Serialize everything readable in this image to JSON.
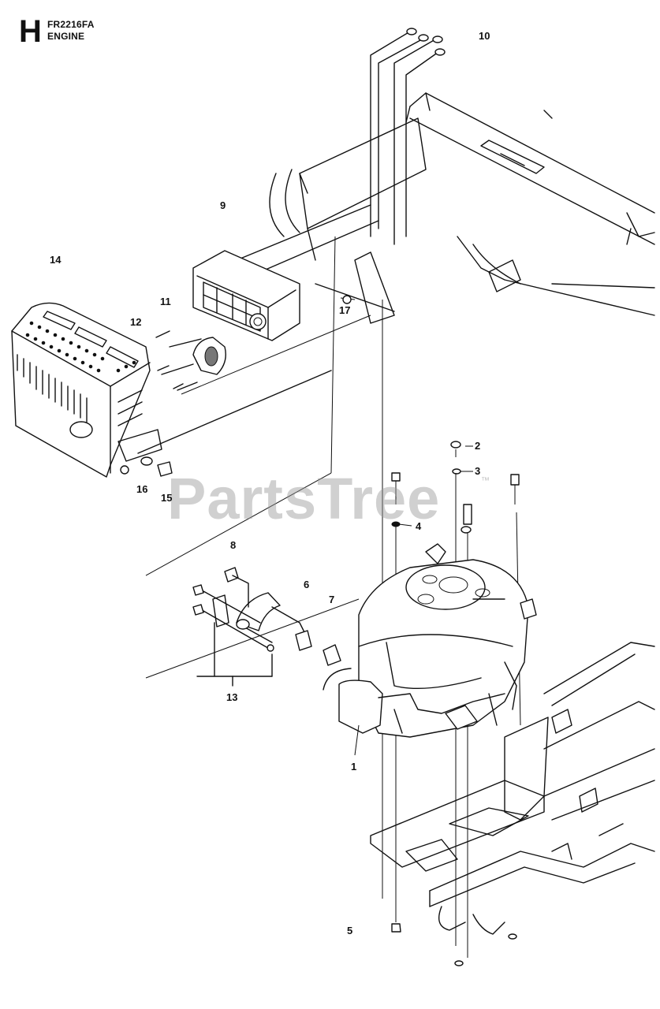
{
  "header": {
    "section_letter": "H",
    "model": "FR2216FA",
    "section_name": "ENGINE"
  },
  "watermark": {
    "text": "PartsTree",
    "tm": "™"
  },
  "callouts": [
    {
      "id": "c1",
      "label": "1"
    },
    {
      "id": "c2",
      "label": "2"
    },
    {
      "id": "c3",
      "label": "3"
    },
    {
      "id": "c4",
      "label": "4"
    },
    {
      "id": "c5",
      "label": "5"
    },
    {
      "id": "c6",
      "label": "6"
    },
    {
      "id": "c7",
      "label": "7"
    },
    {
      "id": "c8",
      "label": "8"
    },
    {
      "id": "c9",
      "label": "9"
    },
    {
      "id": "c10",
      "label": "10"
    },
    {
      "id": "c11",
      "label": "11"
    },
    {
      "id": "c12",
      "label": "12"
    },
    {
      "id": "c13",
      "label": "13"
    },
    {
      "id": "c14",
      "label": "14"
    },
    {
      "id": "c15",
      "label": "15"
    },
    {
      "id": "c16",
      "label": "16"
    },
    {
      "id": "c17",
      "label": "17"
    }
  ]
}
